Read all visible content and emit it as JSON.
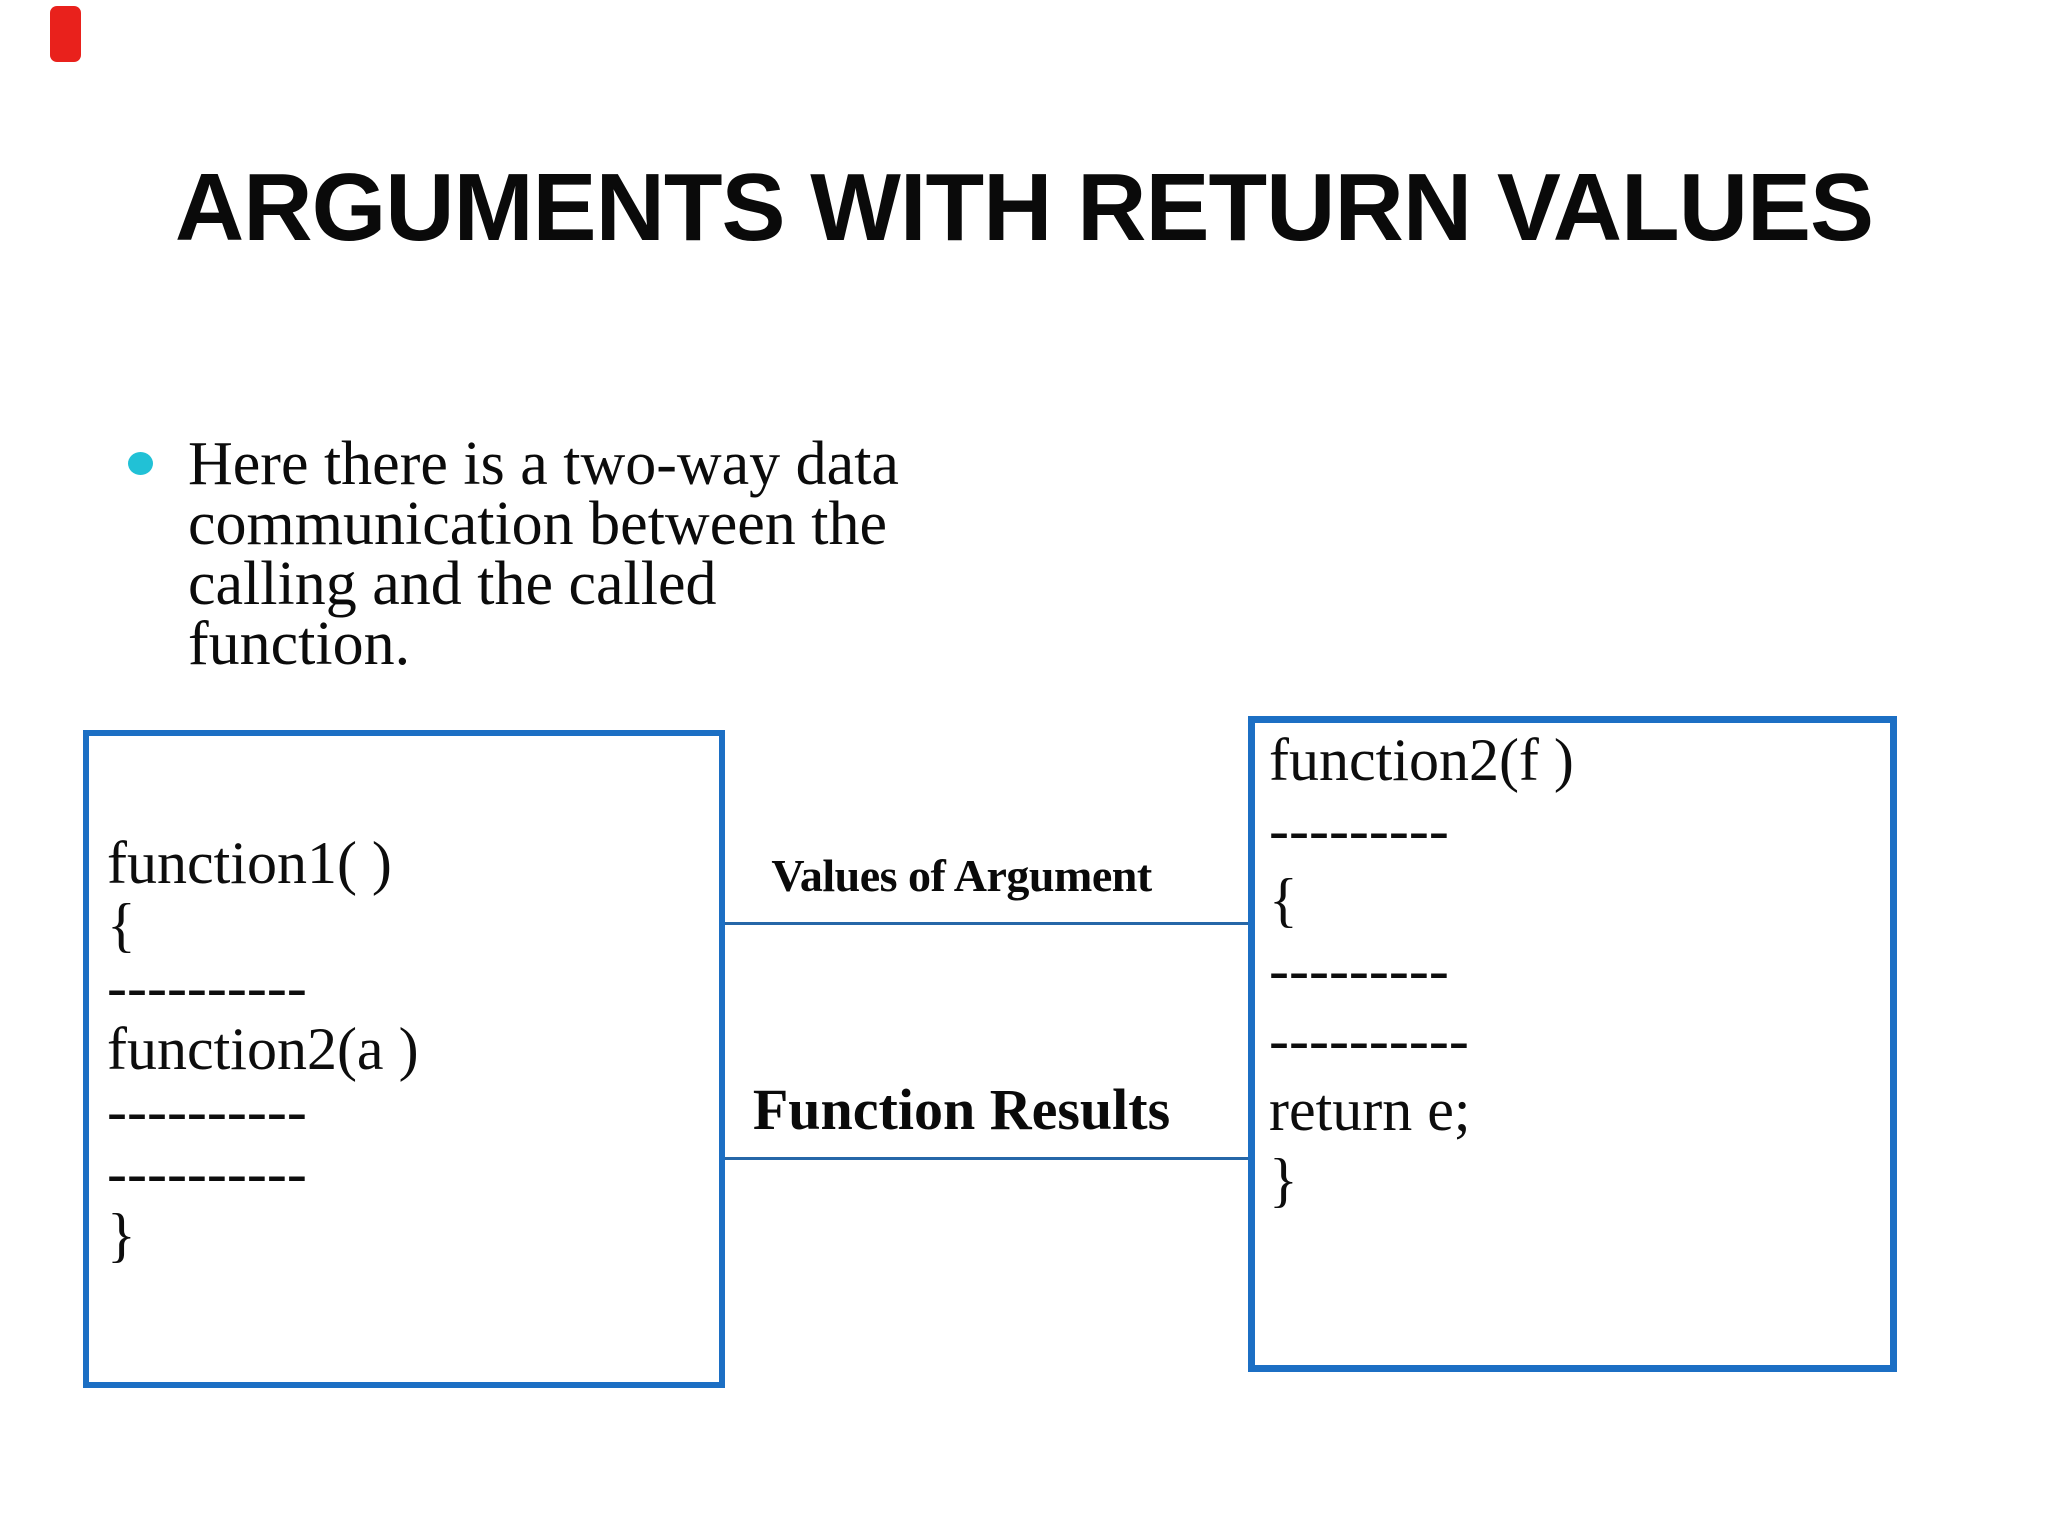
{
  "slide": {
    "title": "ARGUMENTS WITH RETURN VALUES",
    "bullet": {
      "lines": [
        "Here there is a two-way data",
        "communication between the",
        "calling and the called",
        "function."
      ]
    },
    "diagram": {
      "left_box": {
        "lines": [
          "function1( )",
          "{",
          "----------",
          "function2(a )",
          "----------",
          "----------",
          "}"
        ]
      },
      "right_box": {
        "lines": [
          "function2(f )",
          "---------",
          "{",
          "---------",
          "----------",
          "return e;",
          "}"
        ]
      },
      "top_connector_label": "Values of Argument",
      "bottom_connector_label": "Function Results"
    },
    "colors": {
      "box_border_blue": "#1c6fc4",
      "connector_blue": "#2667a8",
      "bullet_cyan": "#21c1d6",
      "red_marker_red": "#e9211c",
      "text_black": "#0b0b0b"
    }
  }
}
